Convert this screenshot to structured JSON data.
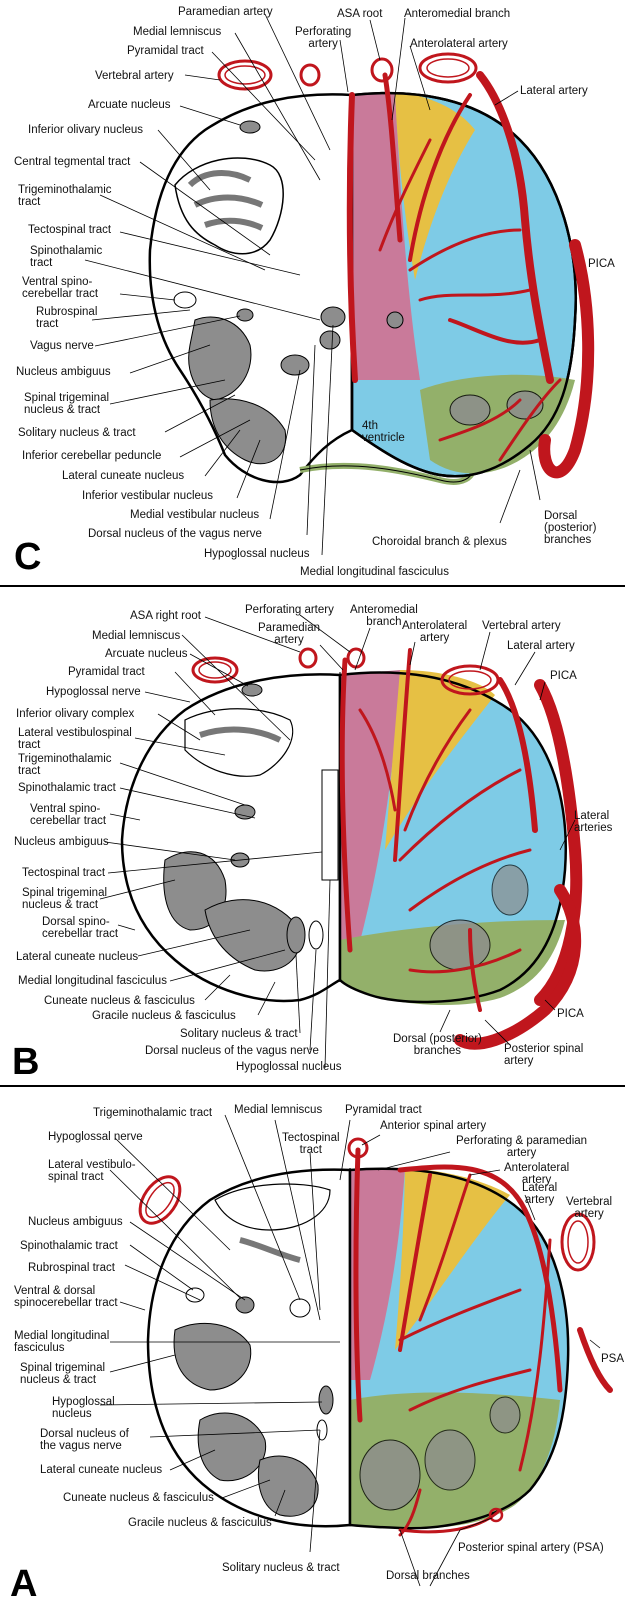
{
  "colors": {
    "artery": "#c0161d",
    "territory_pink": "#c97a9a",
    "territory_yellow": "#e6c044",
    "territory_blue": "#7ecbe6",
    "territory_green": "#93b06a",
    "nucleus_gray": "#8d8d8d"
  },
  "panel_c": {
    "letter": "C",
    "labels": {
      "paramedian_artery": "Paramedian artery",
      "medial_lemniscus": "Medial lemniscus",
      "pyramidal_tract": "Pyramidal tract",
      "vertebral_artery": "Vertebral artery",
      "perforating_artery": "Perforating\nartery",
      "asa_root": "ASA root",
      "anteromedial_branch": "Anteromedial branch",
      "anterolateral_artery": "Anterolateral artery",
      "lateral_artery": "Lateral artery",
      "arcuate_nucleus": "Arcuate nucleus",
      "inferior_olivary_nucleus": "Inferior olivary nucleus",
      "central_tegmental_tract": "Central tegmental tract",
      "trigeminothalamic_tract": "Trigeminothalamic\ntract",
      "tectospinal_tract": "Tectospinal tract",
      "spinothalamic_tract": "Spinothalamic\ntract",
      "ventral_spinocerebellar": "Ventral spino-\ncerebellar tract",
      "rubrospinal_tract": "Rubrospinal\ntract",
      "vagus_nerve": "Vagus nerve",
      "nucleus_ambiguus": "Nucleus ambiguus",
      "spinal_trigeminal": "Spinal trigeminal\nnucleus & tract",
      "solitary_nucleus": "Solitary nucleus & tract",
      "inferior_cerebellar_peduncle": "Inferior cerebellar peduncle",
      "lateral_cuneate_nucleus": "Lateral cuneate nucleus",
      "inferior_vestibular_nucleus": "Inferior vestibular nucleus",
      "medial_vestibular_nucleus": "Medial vestibular nucleus",
      "dorsal_nucleus_vagus": "Dorsal nucleus of the vagus nerve",
      "hypoglossal_nucleus": "Hypoglossal nucleus",
      "mlf": "Medial longitudinal fasciculus",
      "fourth_ventricle": "4th\nventricle",
      "choroidal_branch": "Choroidal branch & plexus",
      "dorsal_branches": "Dorsal\n(posterior)\nbranches",
      "pica": "PICA"
    }
  },
  "panel_b": {
    "letter": "B",
    "labels": {
      "asa_right_root": "ASA right root",
      "perforating_artery": "Perforating artery",
      "paramedian_artery": "Paramedian\nartery",
      "anteromedial_branch": "Anteromedial\nbranch",
      "anterolateral_artery": "Anterolateral\nartery",
      "vertebral_artery": "Vertebral artery",
      "lateral_artery": "Lateral artery",
      "pica_top": "PICA",
      "medial_lemniscus": "Medial lemniscus",
      "arcuate_nucleus": "Arcuate nucleus",
      "pyramidal_tract": "Pyramidal tract",
      "hypoglossal_nerve": "Hypoglossal nerve",
      "inferior_olivary_complex": "Inferior olivary complex",
      "lateral_vestibulospinal": "Lateral vestibulospinal\ntract",
      "trigeminothalamic_tract": "Trigeminothalamic\ntract",
      "spinothalamic_tract": "Spinothalamic tract",
      "ventral_spinocerebellar": "Ventral spino-\ncerebellar tract",
      "nucleus_ambiguus": "Nucleus ambiguus",
      "tectospinal_tract": "Tectospinal tract",
      "spinal_trigeminal": "Spinal trigeminal\nnucleus & tract",
      "dorsal_spinocerebellar": "Dorsal spino-\ncerebellar tract",
      "lateral_cuneate_nucleus": "Lateral cuneate nucleus",
      "mlf": "Medial longitudinal fasciculus",
      "cuneate_nucleus": "Cuneate nucleus & fasciculus",
      "gracile_nucleus": "Gracile nucleus & fasciculus",
      "solitary_nucleus": "Solitary nucleus & tract",
      "dorsal_nucleus_vagus": "Dorsal nucleus of the vagus nerve",
      "hypoglossal_nucleus": "Hypoglossal nucleus",
      "lateral_arteries": "Lateral\narteries",
      "pica_bottom": "PICA",
      "dorsal_branches": "Dorsal (posterior)\nbranches",
      "posterior_spinal_artery": "Posterior spinal\nartery"
    }
  },
  "panel_a": {
    "letter": "A",
    "labels": {
      "trigeminothalamic_tract": "Trigeminothalamic tract",
      "medial_lemniscus": "Medial lemniscus",
      "pyramidal_tract": "Pyramidal tract",
      "anterior_spinal_artery": "Anterior spinal artery",
      "hypoglossal_nerve": "Hypoglossal nerve",
      "tectospinal_tract": "Tectospinal\ntract",
      "perforating_paramedian": "Perforating & paramedian\nartery",
      "anterolateral_artery": "Anterolateral\nartery",
      "lateral_vestibulospinal": "Lateral vestibulo-\nspinal tract",
      "lateral_artery": "Lateral\nartery",
      "vertebral_artery": "Vertebral\nartery",
      "nucleus_ambiguus": "Nucleus ambiguus",
      "spinothalamic_tract": "Spinothalamic tract",
      "rubrospinal_tract": "Rubrospinal tract",
      "ventral_dorsal_spinocerebellar": "Ventral & dorsal\nspinocerebellar tract",
      "mlf": "Medial longitudinal\nfasciculus",
      "psa_right": "PSA",
      "spinal_trigeminal": "Spinal trigeminal\nnucleus & tract",
      "hypoglossal_nucleus": "Hypoglossal\nnucleus",
      "dorsal_nucleus_vagus": "Dorsal nucleus of\nthe vagus nerve",
      "lateral_cuneate_nucleus": "Lateral cuneate nucleus",
      "cuneate_nucleus": "Cuneate nucleus & fasciculus",
      "gracile_nucleus": "Gracile nucleus & fasciculus",
      "posterior_spinal_artery": "Posterior spinal artery (PSA)",
      "solitary_nucleus": "Solitary nucleus & tract",
      "dorsal_branches": "Dorsal branches"
    }
  }
}
